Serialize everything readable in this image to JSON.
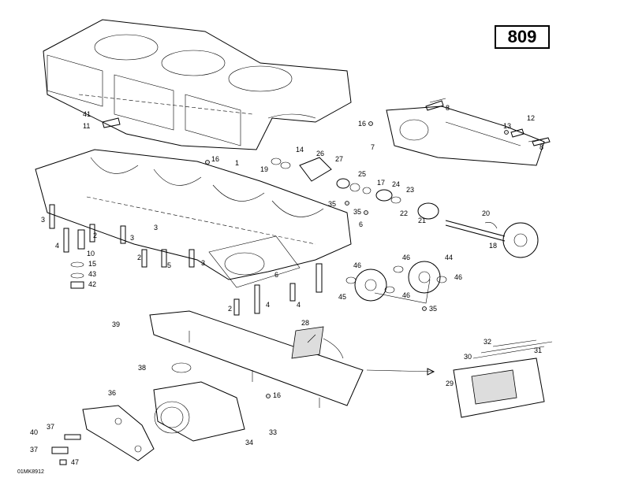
{
  "page_number": "809",
  "drawing_code": "01MK8912",
  "callouts": [
    "1",
    "2",
    "3",
    "4",
    "5",
    "6",
    "7",
    "8",
    "10",
    "11",
    "12",
    "13",
    "14",
    "15",
    "16",
    "17",
    "18",
    "19",
    "20",
    "21",
    "22",
    "23",
    "24",
    "25",
    "26",
    "27",
    "28",
    "29",
    "30",
    "31",
    "32",
    "33",
    "34",
    "35",
    "36",
    "37",
    "38",
    "39",
    "40",
    "41",
    "42",
    "43",
    "44",
    "45",
    "46",
    "47"
  ]
}
